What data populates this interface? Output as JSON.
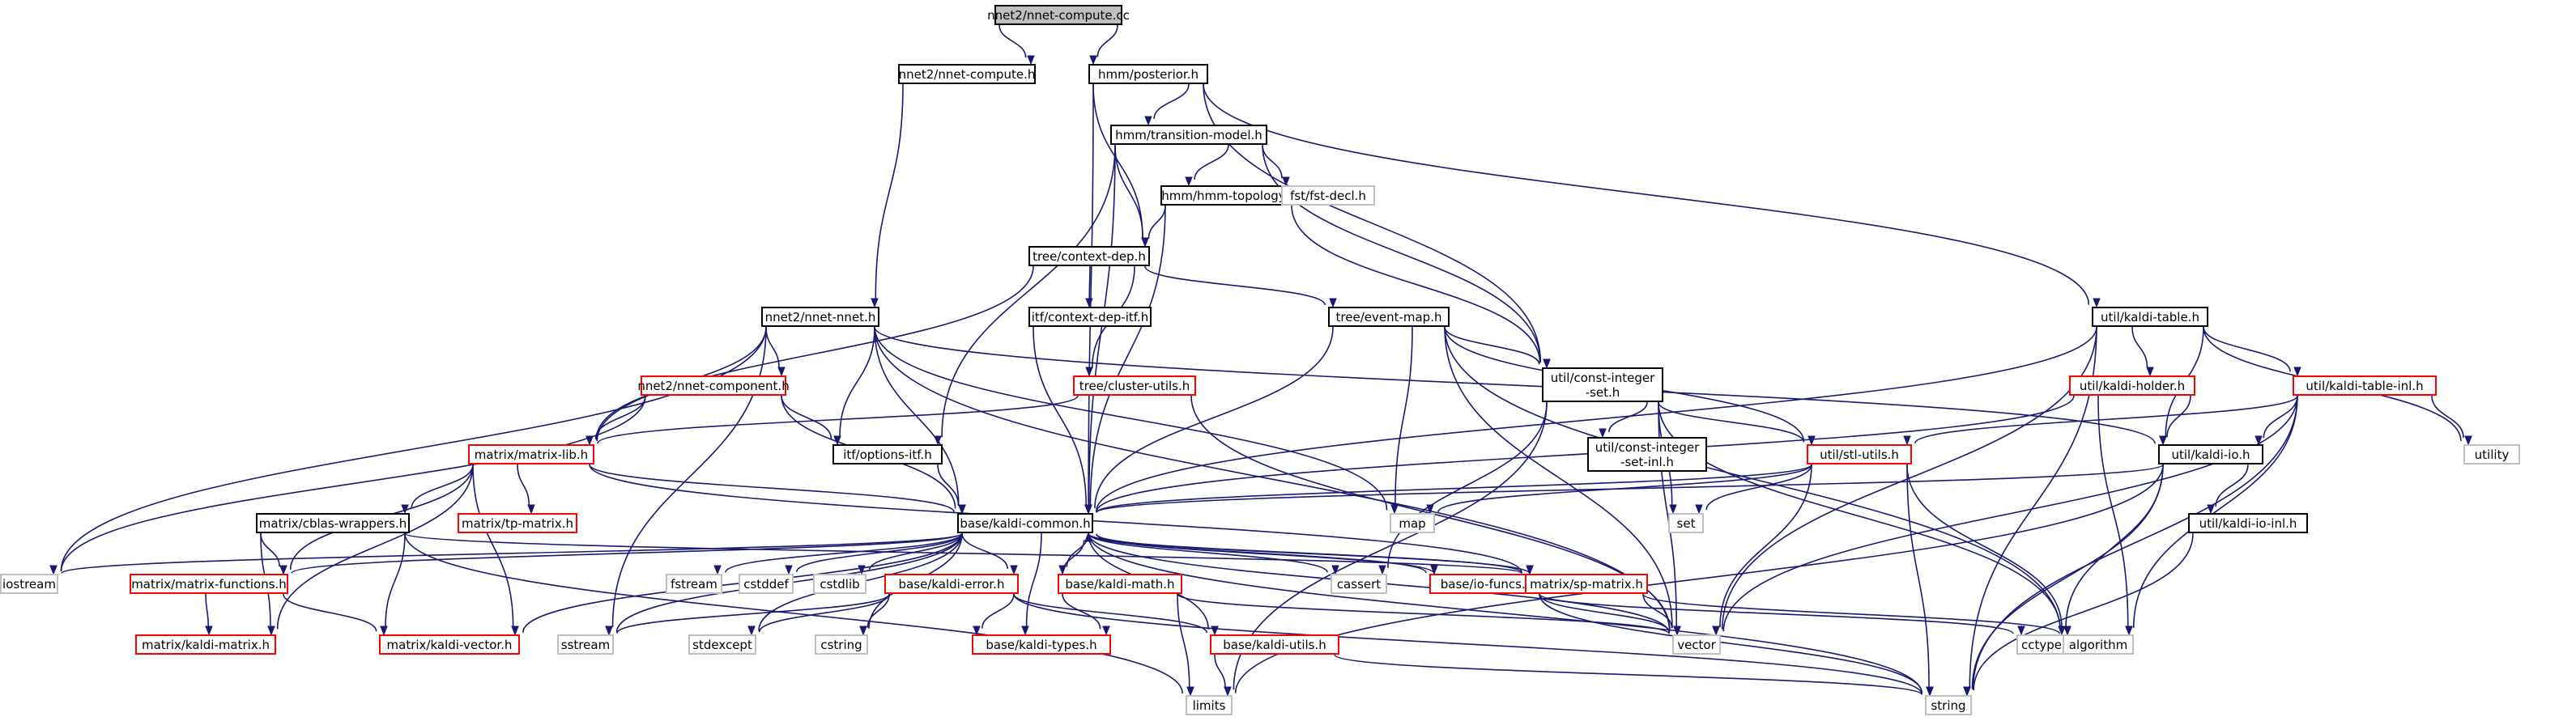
{
  "diagram": {
    "colors": {
      "edge": "#191970",
      "documented_border": "#000000",
      "undocumented_border": "#ff0000",
      "external_border": "#bfbfbf",
      "root_fill": "#bfbfbf"
    },
    "nodes": [
      {
        "id": "root",
        "label": "nnet2/nnet-compute.cc",
        "kind": "root"
      },
      {
        "id": "nnet_compute_h",
        "label": "nnet2/nnet-compute.h",
        "kind": "doc"
      },
      {
        "id": "posterior",
        "label": "hmm/posterior.h",
        "kind": "doc"
      },
      {
        "id": "transition_model",
        "label": "hmm/transition-model.h",
        "kind": "doc"
      },
      {
        "id": "hmm_topology",
        "label": "hmm/hmm-topology.h",
        "kind": "doc"
      },
      {
        "id": "fst_decl",
        "label": "fst/fst-decl.h",
        "kind": "ext"
      },
      {
        "id": "context_dep",
        "label": "tree/context-dep.h",
        "kind": "doc"
      },
      {
        "id": "context_dep_itf",
        "label": "itf/context-dep-itf.h",
        "kind": "doc"
      },
      {
        "id": "event_map",
        "label": "tree/event-map.h",
        "kind": "doc"
      },
      {
        "id": "nnet_nnet",
        "label": "nnet2/nnet-nnet.h",
        "kind": "doc"
      },
      {
        "id": "nnet_component",
        "label": "nnet2/nnet-component.h",
        "kind": "red"
      },
      {
        "id": "cluster_utils",
        "label": "tree/cluster-utils.h",
        "kind": "red"
      },
      {
        "id": "options_itf",
        "label": "itf/options-itf.h",
        "kind": "doc"
      },
      {
        "id": "const_integer_set",
        "label": "util/const-integer\n-set.h",
        "kind": "doc"
      },
      {
        "id": "const_integer_set_inl",
        "label": "util/const-integer\n-set-inl.h",
        "kind": "doc"
      },
      {
        "id": "kaldi_table",
        "label": "util/kaldi-table.h",
        "kind": "doc"
      },
      {
        "id": "kaldi_holder",
        "label": "util/kaldi-holder.h",
        "kind": "red"
      },
      {
        "id": "kaldi_table_inl",
        "label": "util/kaldi-table-inl.h",
        "kind": "red"
      },
      {
        "id": "stl_utils",
        "label": "util/stl-utils.h",
        "kind": "red"
      },
      {
        "id": "kaldi_io",
        "label": "util/kaldi-io.h",
        "kind": "doc"
      },
      {
        "id": "kaldi_io_inl",
        "label": "util/kaldi-io-inl.h",
        "kind": "doc"
      },
      {
        "id": "utility",
        "label": "utility",
        "kind": "ext"
      },
      {
        "id": "matrix_lib",
        "label": "matrix/matrix-lib.h",
        "kind": "red"
      },
      {
        "id": "tp_matrix",
        "label": "matrix/tp-matrix.h",
        "kind": "red"
      },
      {
        "id": "cblas_wrappers",
        "label": "matrix/cblas-wrappers.h",
        "kind": "doc"
      },
      {
        "id": "matrix_functions",
        "label": "matrix/matrix-functions.h",
        "kind": "red"
      },
      {
        "id": "kaldi_matrix",
        "label": "matrix/kaldi-matrix.h",
        "kind": "red"
      },
      {
        "id": "kaldi_vector",
        "label": "matrix/kaldi-vector.h",
        "kind": "red"
      },
      {
        "id": "kaldi_common",
        "label": "base/kaldi-common.h",
        "kind": "doc"
      },
      {
        "id": "map",
        "label": "map",
        "kind": "ext"
      },
      {
        "id": "set",
        "label": "set",
        "kind": "ext"
      },
      {
        "id": "iostream",
        "label": "iostream",
        "kind": "ext"
      },
      {
        "id": "fstream",
        "label": "fstream",
        "kind": "ext"
      },
      {
        "id": "cstddef",
        "label": "cstddef",
        "kind": "ext"
      },
      {
        "id": "cstdlib",
        "label": "cstdlib",
        "kind": "ext"
      },
      {
        "id": "cassert",
        "label": "cassert",
        "kind": "ext"
      },
      {
        "id": "kaldi_error",
        "label": "base/kaldi-error.h",
        "kind": "red"
      },
      {
        "id": "kaldi_math",
        "label": "base/kaldi-math.h",
        "kind": "red"
      },
      {
        "id": "io_funcs",
        "label": "base/io-funcs.h",
        "kind": "red"
      },
      {
        "id": "sp_matrix",
        "label": "matrix/sp-matrix.h",
        "kind": "red"
      },
      {
        "id": "sstream",
        "label": "sstream",
        "kind": "ext"
      },
      {
        "id": "stdexcept",
        "label": "stdexcept",
        "kind": "ext"
      },
      {
        "id": "cstring",
        "label": "cstring",
        "kind": "ext"
      },
      {
        "id": "kaldi_types",
        "label": "base/kaldi-types.h",
        "kind": "red"
      },
      {
        "id": "kaldi_utils",
        "label": "base/kaldi-utils.h",
        "kind": "red"
      },
      {
        "id": "vector",
        "label": "vector",
        "kind": "ext"
      },
      {
        "id": "cctype",
        "label": "cctype",
        "kind": "ext"
      },
      {
        "id": "algorithm",
        "label": "algorithm",
        "kind": "ext"
      },
      {
        "id": "limits",
        "label": "limits",
        "kind": "ext"
      },
      {
        "id": "string",
        "label": "string",
        "kind": "ext"
      }
    ],
    "edges": [
      [
        "root",
        "nnet_compute_h"
      ],
      [
        "root",
        "posterior"
      ],
      [
        "nnet_compute_h",
        "nnet_nnet"
      ],
      [
        "posterior",
        "transition_model"
      ],
      [
        "posterior",
        "context_dep"
      ],
      [
        "posterior",
        "kaldi_common"
      ],
      [
        "posterior",
        "const_integer_set"
      ],
      [
        "posterior",
        "kaldi_table"
      ],
      [
        "transition_model",
        "hmm_topology"
      ],
      [
        "transition_model",
        "fst_decl"
      ],
      [
        "transition_model",
        "context_dep"
      ],
      [
        "transition_model",
        "const_integer_set"
      ],
      [
        "transition_model",
        "options_itf"
      ],
      [
        "transition_model",
        "kaldi_common"
      ],
      [
        "hmm_topology",
        "context_dep"
      ],
      [
        "hmm_topology",
        "kaldi_common"
      ],
      [
        "hmm_topology",
        "const_integer_set"
      ],
      [
        "context_dep",
        "context_dep_itf"
      ],
      [
        "context_dep",
        "event_map"
      ],
      [
        "context_dep",
        "cluster_utils"
      ],
      [
        "context_dep",
        "matrix_lib"
      ],
      [
        "context_dep_itf",
        "kaldi_common"
      ],
      [
        "event_map",
        "const_integer_set"
      ],
      [
        "event_map",
        "kaldi_common"
      ],
      [
        "event_map",
        "map"
      ],
      [
        "event_map",
        "stl_utils"
      ],
      [
        "event_map",
        "vector"
      ],
      [
        "event_map",
        "algorithm"
      ],
      [
        "nnet_nnet",
        "nnet_component"
      ],
      [
        "nnet_nnet",
        "matrix_lib"
      ],
      [
        "nnet_nnet",
        "kaldi_common"
      ],
      [
        "nnet_nnet",
        "iostream"
      ],
      [
        "nnet_nnet",
        "sstream"
      ],
      [
        "nnet_nnet",
        "map"
      ],
      [
        "nnet_nnet",
        "vector"
      ],
      [
        "nnet_nnet",
        "options_itf"
      ],
      [
        "nnet_nnet",
        "kaldi_io"
      ],
      [
        "nnet_component",
        "matrix_lib"
      ],
      [
        "nnet_component",
        "options_itf"
      ],
      [
        "nnet_component",
        "kaldi_common"
      ],
      [
        "nnet_component",
        "iostream"
      ],
      [
        "cluster_utils",
        "matrix_lib"
      ],
      [
        "cluster_utils",
        "vector"
      ],
      [
        "options_itf",
        "kaldi_common"
      ],
      [
        "const_integer_set",
        "const_integer_set_inl"
      ],
      [
        "const_integer_set",
        "stl_utils"
      ],
      [
        "const_integer_set",
        "set"
      ],
      [
        "const_integer_set",
        "vector"
      ],
      [
        "const_integer_set",
        "algorithm"
      ],
      [
        "const_integer_set",
        "cassert"
      ],
      [
        "const_integer_set",
        "limits"
      ],
      [
        "kaldi_table",
        "kaldi_holder"
      ],
      [
        "kaldi_table",
        "kaldi_table_inl"
      ],
      [
        "kaldi_table",
        "kaldi_io"
      ],
      [
        "kaldi_table",
        "kaldi_common"
      ],
      [
        "kaldi_table",
        "utility"
      ],
      [
        "kaldi_table",
        "vector"
      ],
      [
        "kaldi_table",
        "string"
      ],
      [
        "kaldi_holder",
        "kaldi_io"
      ],
      [
        "kaldi_holder",
        "kaldi_common"
      ],
      [
        "kaldi_holder",
        "algorithm"
      ],
      [
        "kaldi_table_inl",
        "kaldi_io"
      ],
      [
        "kaldi_table_inl",
        "stl_utils"
      ],
      [
        "kaldi_table_inl",
        "utility"
      ],
      [
        "kaldi_table_inl",
        "vector"
      ],
      [
        "kaldi_table_inl",
        "algorithm"
      ],
      [
        "kaldi_table_inl",
        "string"
      ],
      [
        "stl_utils",
        "kaldi_common"
      ],
      [
        "stl_utils",
        "set"
      ],
      [
        "stl_utils",
        "map"
      ],
      [
        "stl_utils",
        "vector"
      ],
      [
        "stl_utils",
        "algorithm"
      ],
      [
        "stl_utils",
        "string"
      ],
      [
        "kaldi_io",
        "kaldi_io_inl"
      ],
      [
        "kaldi_io",
        "kaldi_common"
      ],
      [
        "kaldi_io",
        "cctype"
      ],
      [
        "kaldi_io",
        "limits"
      ],
      [
        "kaldi_io",
        "string"
      ],
      [
        "kaldi_io_inl",
        "string"
      ],
      [
        "matrix_lib",
        "kaldi_common"
      ],
      [
        "matrix_lib",
        "tp_matrix"
      ],
      [
        "matrix_lib",
        "cblas_wrappers"
      ],
      [
        "matrix_lib",
        "matrix_functions"
      ],
      [
        "matrix_lib",
        "kaldi_matrix"
      ],
      [
        "matrix_lib",
        "kaldi_vector"
      ],
      [
        "matrix_lib",
        "sp_matrix"
      ],
      [
        "cblas_wrappers",
        "matrix_functions"
      ],
      [
        "cblas_wrappers",
        "kaldi_matrix"
      ],
      [
        "cblas_wrappers",
        "kaldi_vector"
      ],
      [
        "cblas_wrappers",
        "limits"
      ],
      [
        "cblas_wrappers",
        "sp_matrix"
      ],
      [
        "matrix_functions",
        "kaldi_matrix"
      ],
      [
        "matrix_functions",
        "kaldi_vector"
      ],
      [
        "kaldi_common",
        "iostream"
      ],
      [
        "kaldi_common",
        "fstream"
      ],
      [
        "kaldi_common",
        "cstddef"
      ],
      [
        "kaldi_common",
        "cstdlib"
      ],
      [
        "kaldi_common",
        "cassert"
      ],
      [
        "kaldi_common",
        "kaldi_error"
      ],
      [
        "kaldi_common",
        "kaldi_math"
      ],
      [
        "kaldi_common",
        "io_funcs"
      ],
      [
        "kaldi_common",
        "sp_matrix"
      ],
      [
        "kaldi_common",
        "sstream"
      ],
      [
        "kaldi_common",
        "stdexcept"
      ],
      [
        "kaldi_common",
        "cstring"
      ],
      [
        "kaldi_common",
        "kaldi_types"
      ],
      [
        "kaldi_common",
        "kaldi_utils"
      ],
      [
        "kaldi_common",
        "vector"
      ],
      [
        "kaldi_common",
        "string"
      ],
      [
        "kaldi_common",
        "kaldi_vector"
      ],
      [
        "kaldi_common",
        "matrix_functions"
      ],
      [
        "kaldi_error",
        "sstream"
      ],
      [
        "kaldi_error",
        "stdexcept"
      ],
      [
        "kaldi_error",
        "cstring"
      ],
      [
        "kaldi_error",
        "kaldi_types"
      ],
      [
        "kaldi_error",
        "kaldi_utils"
      ],
      [
        "kaldi_error",
        "string"
      ],
      [
        "kaldi_math",
        "kaldi_common"
      ],
      [
        "kaldi_math",
        "kaldi_types"
      ],
      [
        "kaldi_math",
        "limits"
      ],
      [
        "kaldi_math",
        "vector"
      ],
      [
        "io_funcs",
        "kaldi_common"
      ],
      [
        "io_funcs",
        "vector"
      ],
      [
        "io_funcs",
        "string"
      ],
      [
        "io_funcs",
        "cctype"
      ],
      [
        "sp_matrix",
        "kaldi_common"
      ],
      [
        "sp_matrix",
        "vector"
      ],
      [
        "sp_matrix",
        "algorithm"
      ],
      [
        "kaldi_utils",
        "limits"
      ],
      [
        "kaldi_utils",
        "string"
      ]
    ]
  }
}
